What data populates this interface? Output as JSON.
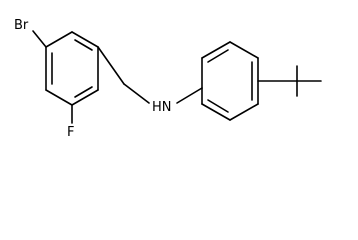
{
  "molecule": {
    "atoms": {
      "bromine": "Br",
      "fluorine": "F",
      "amine": "HN"
    }
  },
  "colors": {
    "bond": "#000000",
    "text": "#000000",
    "background": "#ffffff"
  }
}
